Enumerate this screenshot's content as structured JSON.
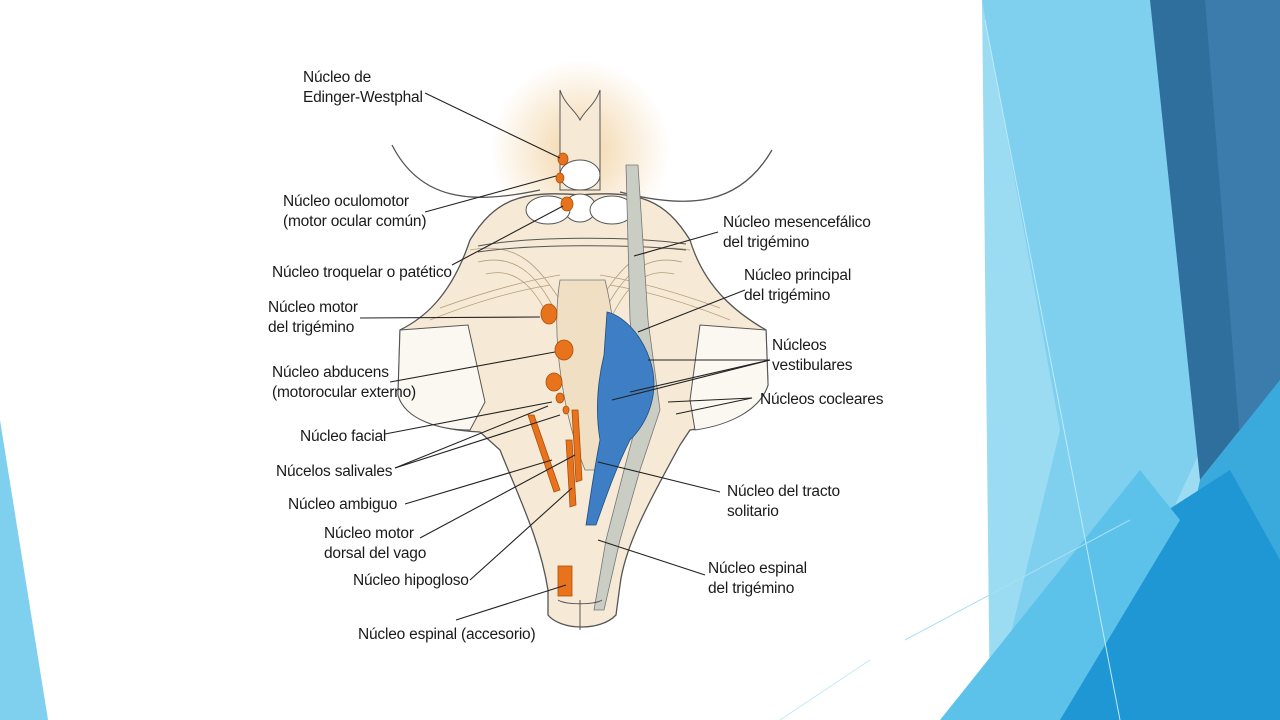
{
  "diagram": {
    "labels": {
      "edinger": [
        "Núcleo de",
        "Edinger-Westphal"
      ],
      "oculomotor": [
        "Núcleo oculomotor",
        "(motor ocular común)"
      ],
      "troclear": [
        "Núcleo troquelar o patético"
      ],
      "motor_trigemino": [
        "Núcleo motor",
        "del trigémino"
      ],
      "abducens": [
        "Núcleo abducens",
        "(motorocular externo)"
      ],
      "facial": [
        "Núcleo facial"
      ],
      "salivales": [
        "Núcelos salivales"
      ],
      "ambiguo": [
        "Núcleo ambiguo"
      ],
      "motor_dorsal_vago": [
        "Núcleo motor",
        "dorsal del vago"
      ],
      "hipogloso": [
        "Núcleo hipogloso"
      ],
      "espinal_accesorio": [
        "Núcleo espinal (accesorio)"
      ],
      "mesencefalico": [
        "Núcleo mesencefálico",
        "del trigémino"
      ],
      "principal_trigemino": [
        "Núcleo principal",
        "del trigémino"
      ],
      "vestibulares": [
        "Núcleos",
        "vestibulares"
      ],
      "cocleares": [
        "Núcleos cocleares"
      ],
      "tracto_solitario": [
        "Núcleo del tracto",
        "solitario"
      ],
      "espinal_trigemino": [
        "Núcleo espinal",
        "del trigémino"
      ]
    },
    "colors": {
      "motor_nuclei": "#e8731c",
      "sensory_nuclei": "#3d7ec4",
      "tissue": "#f3e6cf",
      "tract": "#c9cdc4"
    }
  },
  "theme": {
    "accent_colors": [
      "#7fd0ee",
      "#2e6f9e",
      "#3aa9dc",
      "#1f97d4"
    ]
  }
}
